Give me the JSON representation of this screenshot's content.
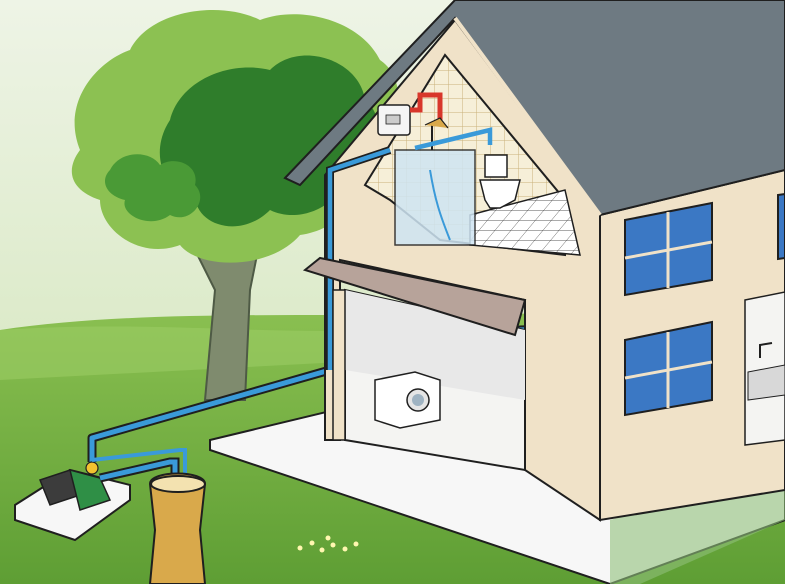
{
  "scene": {
    "colors": {
      "sky": "#e9f1dc",
      "grass": "#7fb84a",
      "grass_dark": "#5e9e34",
      "tree_light": "#8cc152",
      "tree_dark": "#2f7d2b",
      "trunk": "#7c8a6a",
      "roof": "#6e7a82",
      "wall": "#f0e2c8",
      "wall_shade": "#e3cfae",
      "interior": "#f4f4f2",
      "floor": "#ffffff",
      "water_pipe": "#3a9ad9",
      "hot_pipe": "#d8372b",
      "window": "#3b78c4",
      "pump": "#3c3c3c",
      "pump_green": "#2f8f46",
      "well_casing": "#d9a94b",
      "slab": "#f7f7f7",
      "outline": "#1f1f1f"
    },
    "elements": {
      "tree": "deciduous-tree",
      "house": "two-storey-house-cutaway",
      "bathroom": "upstairs-bathroom",
      "water_heater": "water-heater-icon",
      "shower": "shower-icon",
      "toilet": "toilet-icon",
      "garage": "garage-with-awning",
      "washing_machine": "washing-machine-icon",
      "kitchen": "kitchen-sink-icon",
      "pump": "jet-pump-icon",
      "well": "borehole-well-icon",
      "flowers": "small-yellow-flowers"
    }
  }
}
